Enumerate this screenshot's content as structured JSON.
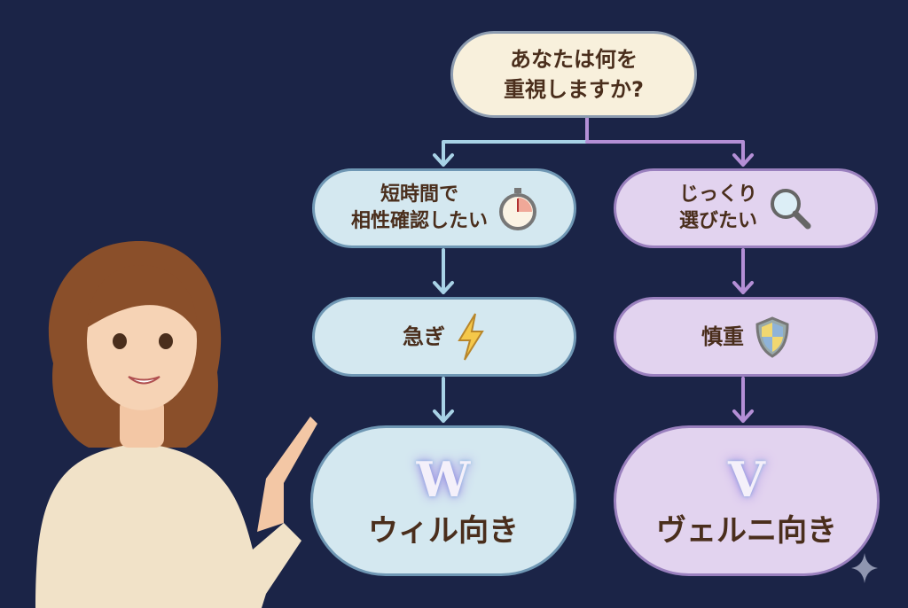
{
  "question": {
    "line1": "あなたは何を",
    "line2": "重視しますか?"
  },
  "left": {
    "step1": {
      "line1": "短時間で",
      "line2": "相性確認したい",
      "icon": "stopwatch-icon"
    },
    "step2": {
      "label": "急ぎ",
      "icon": "lightning-icon"
    },
    "result": {
      "letter": "W",
      "label": "ウィル向き"
    }
  },
  "right": {
    "step1": {
      "line1": "じっくり",
      "line2": "選びたい",
      "icon": "magnifier-icon"
    },
    "step2": {
      "label": "慎重",
      "icon": "shield-icon"
    },
    "result": {
      "letter": "V",
      "label": "ヴェルニ向き"
    }
  },
  "colors": {
    "background": "#1b2447",
    "left_branch": "#a8d2e6",
    "right_branch": "#b48fd6"
  }
}
